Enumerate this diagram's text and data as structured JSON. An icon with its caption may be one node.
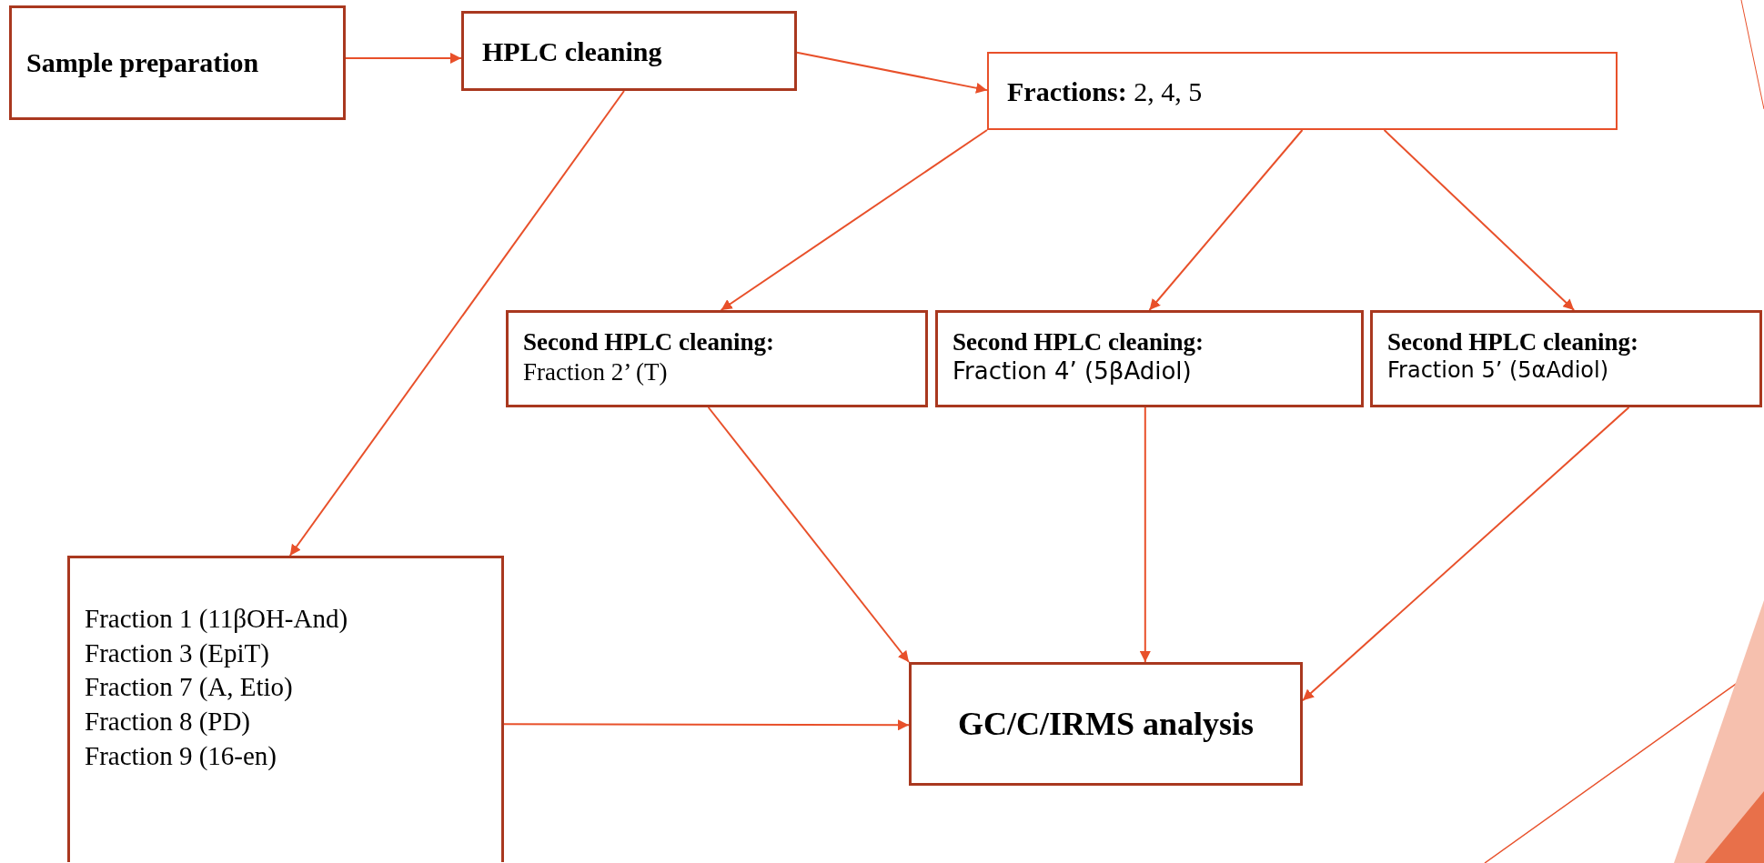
{
  "diagram": {
    "nodes": [
      {
        "text": [
          "Sample preparation"
        ]
      },
      {
        "text": [
          "HPLC cleaning"
        ]
      },
      {
        "text": [
          "**Fractions:** 2, 4, 5"
        ]
      },
      {
        "text": [
          "Second HPLC cleaning:",
          "Fraction 2’ (T)"
        ]
      },
      {
        "text": [
          "Second HPLC cleaning:",
          "Fraction 4’ (5βAdiol)"
        ]
      },
      {
        "text": [
          "Second HPLC cleaning:",
          "Fraction 5’ (5αAdiol)"
        ]
      },
      {
        "text": [
          "Fraction 1 (11βOH-And)",
          "Fraction 3 (EpiT)",
          "Fraction 7 (A, Etio)",
          "Fraction 8 (PD)",
          "Fraction 9 (16-en)"
        ]
      },
      {
        "text": [
          "GC/C/IRMS analysis"
        ]
      }
    ],
    "edges": [
      {
        "from": 0,
        "to": 1,
        "arrow": "to"
      },
      {
        "from": 1,
        "to": 2,
        "arrow": "to"
      },
      {
        "from": 1,
        "to": 6,
        "arrow": "to"
      },
      {
        "from": 2,
        "to": 3,
        "arrow": "to"
      },
      {
        "from": 2,
        "to": 4,
        "arrow": "to"
      },
      {
        "from": 2,
        "to": 5,
        "arrow": "to"
      },
      {
        "from": 3,
        "to": 7,
        "arrow": "to"
      },
      {
        "from": 4,
        "to": 7,
        "arrow": "to"
      },
      {
        "from": 5,
        "to": 7,
        "arrow": "to"
      },
      {
        "from": 6,
        "to": 7,
        "arrow": "to"
      }
    ]
  }
}
